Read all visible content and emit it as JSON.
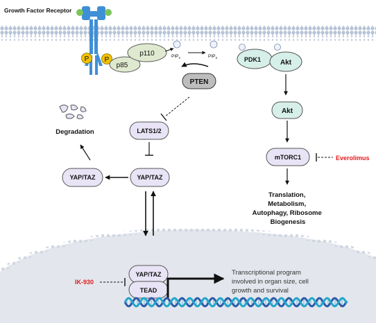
{
  "membrane": {
    "receptor_label": "Growth Factor Receptor",
    "phospho_label": "P",
    "p85_label": "p85",
    "p110_label": "p110",
    "pip2_base": "PIP",
    "pip2_sub": "2",
    "pip3_base": "PIP",
    "pip3_sub": "3",
    "pdk1_label": "PDK1",
    "akt_membrane_label": "Akt"
  },
  "cytoplasm": {
    "pten_label": "PTEN",
    "lats_label": "LATS1/2",
    "yaptaz_label": "YAP/TAZ",
    "yaptaz_left_label": "YAP/TAZ",
    "degradation_label": "Degradation",
    "akt_label": "Akt",
    "mtorc1_label": "mTORC1",
    "everolimus_label": "Everolimus",
    "outcome_lines": [
      "Translation,",
      "Metabolism,",
      "Autophagy, Ribosome",
      "Biogenesis"
    ]
  },
  "nucleus": {
    "yaptaz_label": "YAP/TAZ",
    "tead_label": "TEAD",
    "ik930_label": "IK-930",
    "program_lines": [
      "Transcriptional program",
      "involved in organ size, cell",
      "growth  and survival"
    ]
  },
  "colors": {
    "membrane_blue": "#c9d3e3",
    "receptor_blue": "#3f8fd6",
    "phospho_yellow": "#f2c200",
    "pi3k_green": "#dfe9cf",
    "node_purple": "#e8e4f6",
    "akt_green": "#d6efe9",
    "pten_gray": "#bdbdbd",
    "inhibitor_red": "#e41b1b",
    "nucleus_gray": "#e3e7ed",
    "dna_blue": "#2d5aa8",
    "dna_teal": "#23a6c9"
  }
}
